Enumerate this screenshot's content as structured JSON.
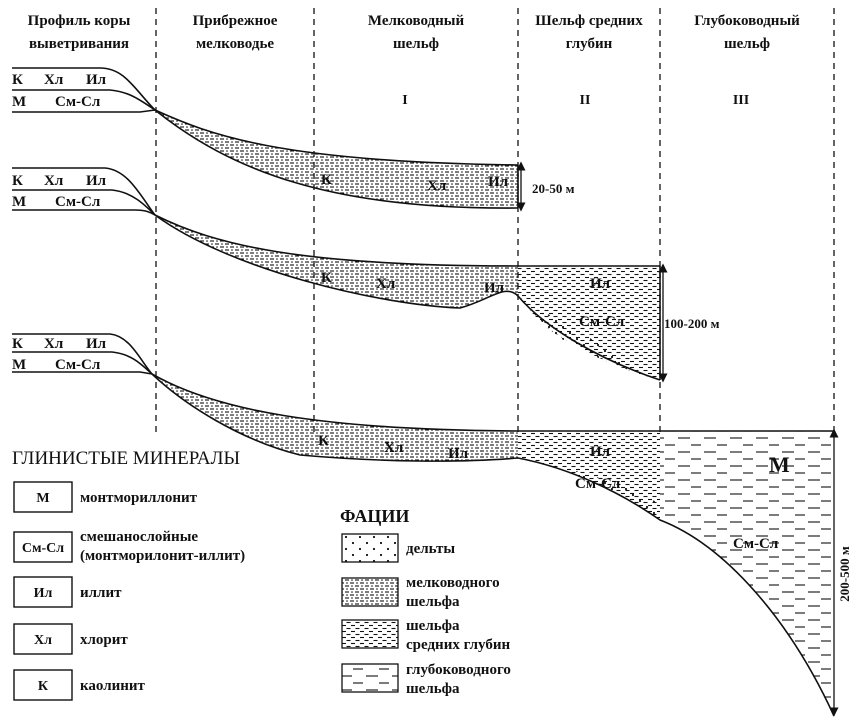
{
  "headers": [
    {
      "line1": "Профиль коры",
      "line2": "выветривания"
    },
    {
      "line1": "Прибрежное",
      "line2": "мелководье"
    },
    {
      "line1": "Мелководный",
      "line2": "шельф"
    },
    {
      "line1": "Шельф средних",
      "line2": "глубин"
    },
    {
      "line1": "Глубоководный",
      "line2": "шельф"
    }
  ],
  "zone_numbers": [
    "I",
    "II",
    "III"
  ],
  "profiles": [
    {
      "weathering_row1": [
        "К",
        "Хл",
        "Ил"
      ],
      "weathering_row2": [
        "М",
        "См-Сл"
      ],
      "mineral_labels": [
        "К",
        "Хл",
        "Ил"
      ],
      "depth": "20-50 м"
    },
    {
      "weathering_row1": [
        "К",
        "Хл",
        "Ил"
      ],
      "weathering_row2": [
        "М",
        "См-Сл"
      ],
      "mineral_labels": [
        "К",
        "Хл",
        "Ил",
        "Ил",
        "См-Сл"
      ],
      "depth": "100-200 м"
    },
    {
      "weathering_row1": [
        "К",
        "Хл",
        "Ил"
      ],
      "weathering_row2": [
        "М",
        "См-Сл"
      ],
      "mineral_labels": [
        "К",
        "Хл",
        "Ил",
        "Ил",
        "См-Сл",
        "М",
        "См-Сл"
      ],
      "depth": "200-500 м"
    }
  ],
  "minerals_legend": {
    "title": "ГЛИНИСТЫЕ МИНЕРАЛЫ",
    "items": [
      {
        "code": "М",
        "name": "монтмориллонит"
      },
      {
        "code": "См-Сл",
        "name": "смешанослойные",
        "name2": "(монтморилонит-иллит)"
      },
      {
        "code": "Ил",
        "name": "иллит"
      },
      {
        "code": "Хл",
        "name": "хлорит"
      },
      {
        "code": "К",
        "name": "каолинит"
      }
    ]
  },
  "facies_legend": {
    "title": "ФАЦИИ",
    "items": [
      {
        "pattern": "dots",
        "name": "дельты"
      },
      {
        "pattern": "shallow",
        "name": "мелководного",
        "name2": "шельфа"
      },
      {
        "pattern": "mid",
        "name": "шельфа",
        "name2": "средних глубин"
      },
      {
        "pattern": "deep",
        "name": "глубоководного",
        "name2": "шельфа"
      }
    ]
  }
}
